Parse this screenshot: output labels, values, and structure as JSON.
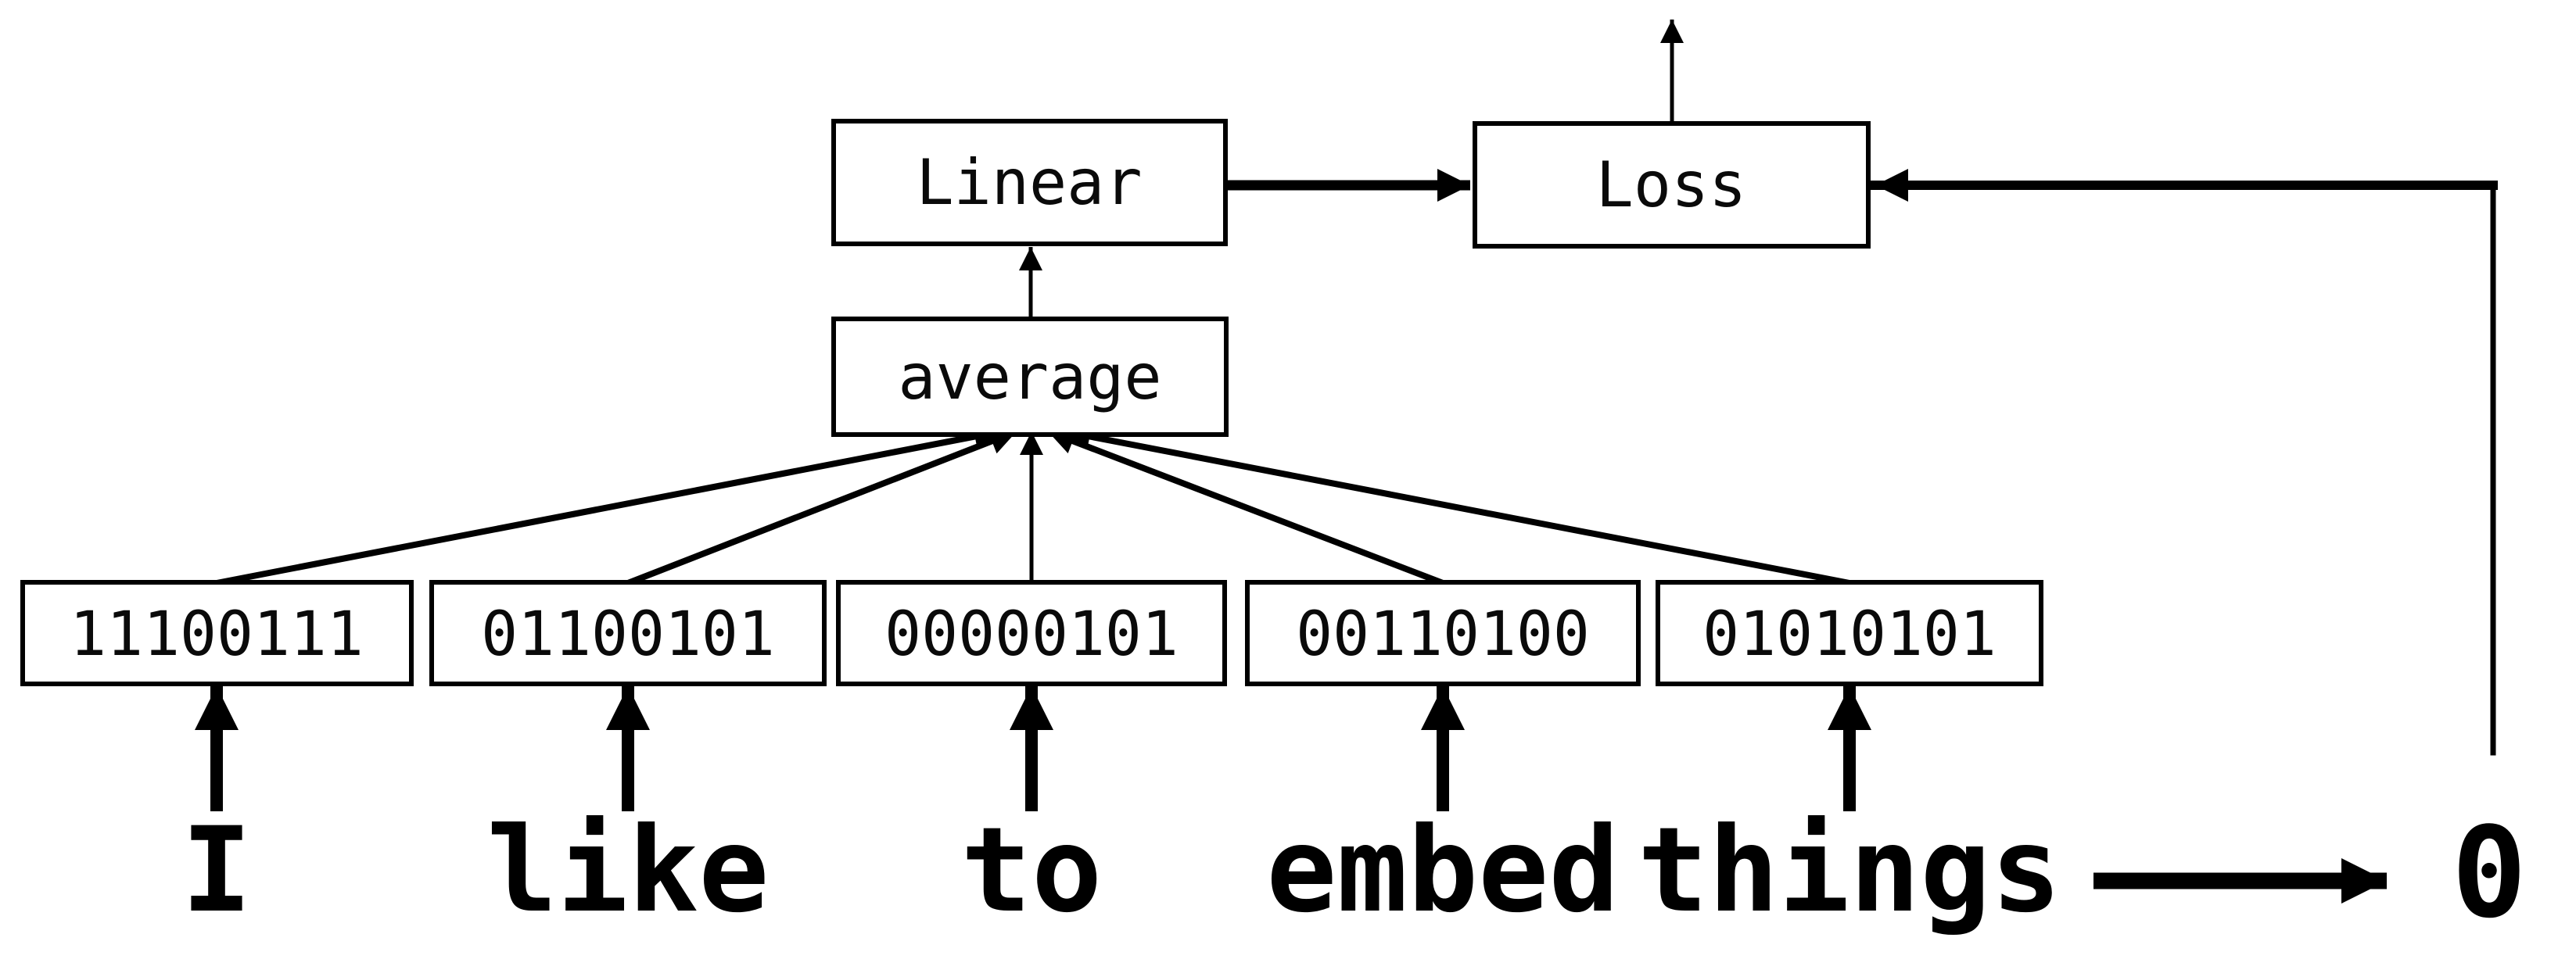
{
  "diagram": {
    "nodes": {
      "linear": "Linear",
      "loss": "Loss",
      "average": "average"
    },
    "embeddings": [
      "11100111",
      "01100101",
      "00000101",
      "00110100",
      "01010101"
    ],
    "tokens": [
      "I",
      "like",
      "to",
      "embed",
      "things"
    ],
    "target_label": "0",
    "colors": {
      "ink": "#000000",
      "background": "#ffffff"
    }
  }
}
